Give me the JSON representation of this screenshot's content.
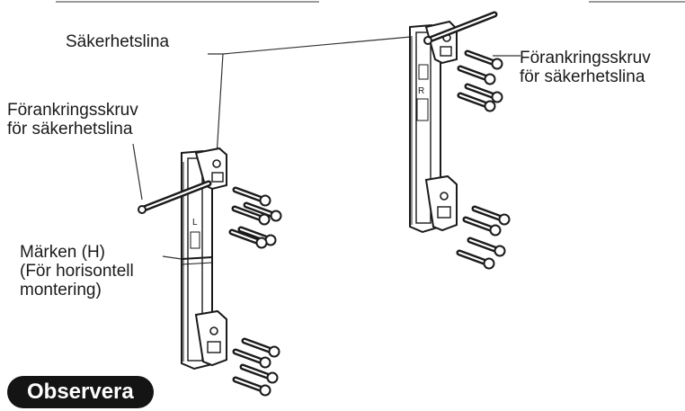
{
  "labels": {
    "safety_wire": "Säkerhetslina",
    "anchor_screw_right": [
      "Förankringsskruv",
      "för säkerhetslina"
    ],
    "anchor_screw_left": [
      "Förankringsskruv",
      "för säkerhetslina"
    ],
    "marks_h": [
      "Märken (H)",
      "(För horisontell",
      "montering)"
    ]
  },
  "bracket_marks": {
    "left": "L",
    "right": "R"
  },
  "note_badge": "Observera"
}
